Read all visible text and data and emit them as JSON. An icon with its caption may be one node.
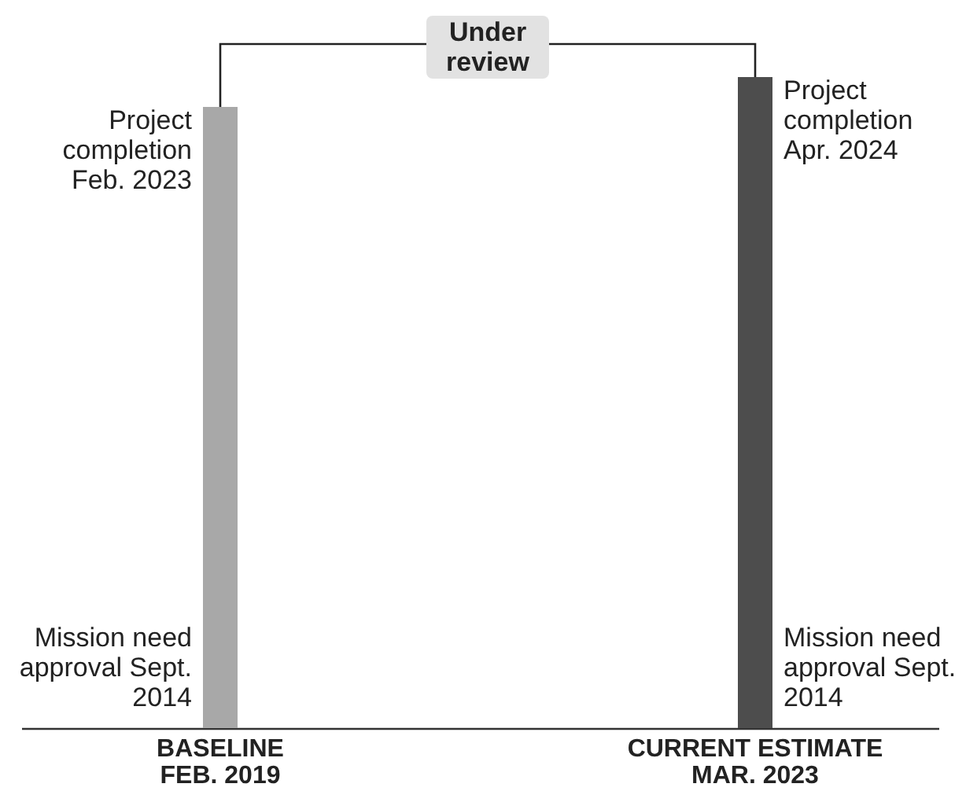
{
  "diagram": {
    "nodes": [
      {
        "text": [],
        "shape": "bar",
        "beside": [
          "Project completion Feb. 2023",
          "Mission need approval Sept. 2014",
          "BASELINE FEB. 2019"
        ]
      },
      {
        "text": [],
        "shape": "bar",
        "beside": [
          "Project completion Apr. 2024",
          "Mission need approval Sept. 2014",
          "CURRENT ESTIMATE MAR. 2023"
        ]
      }
    ],
    "edges": [
      {
        "from": 0,
        "to": 1,
        "arrow": "none",
        "label": "Under review"
      }
    ]
  }
}
